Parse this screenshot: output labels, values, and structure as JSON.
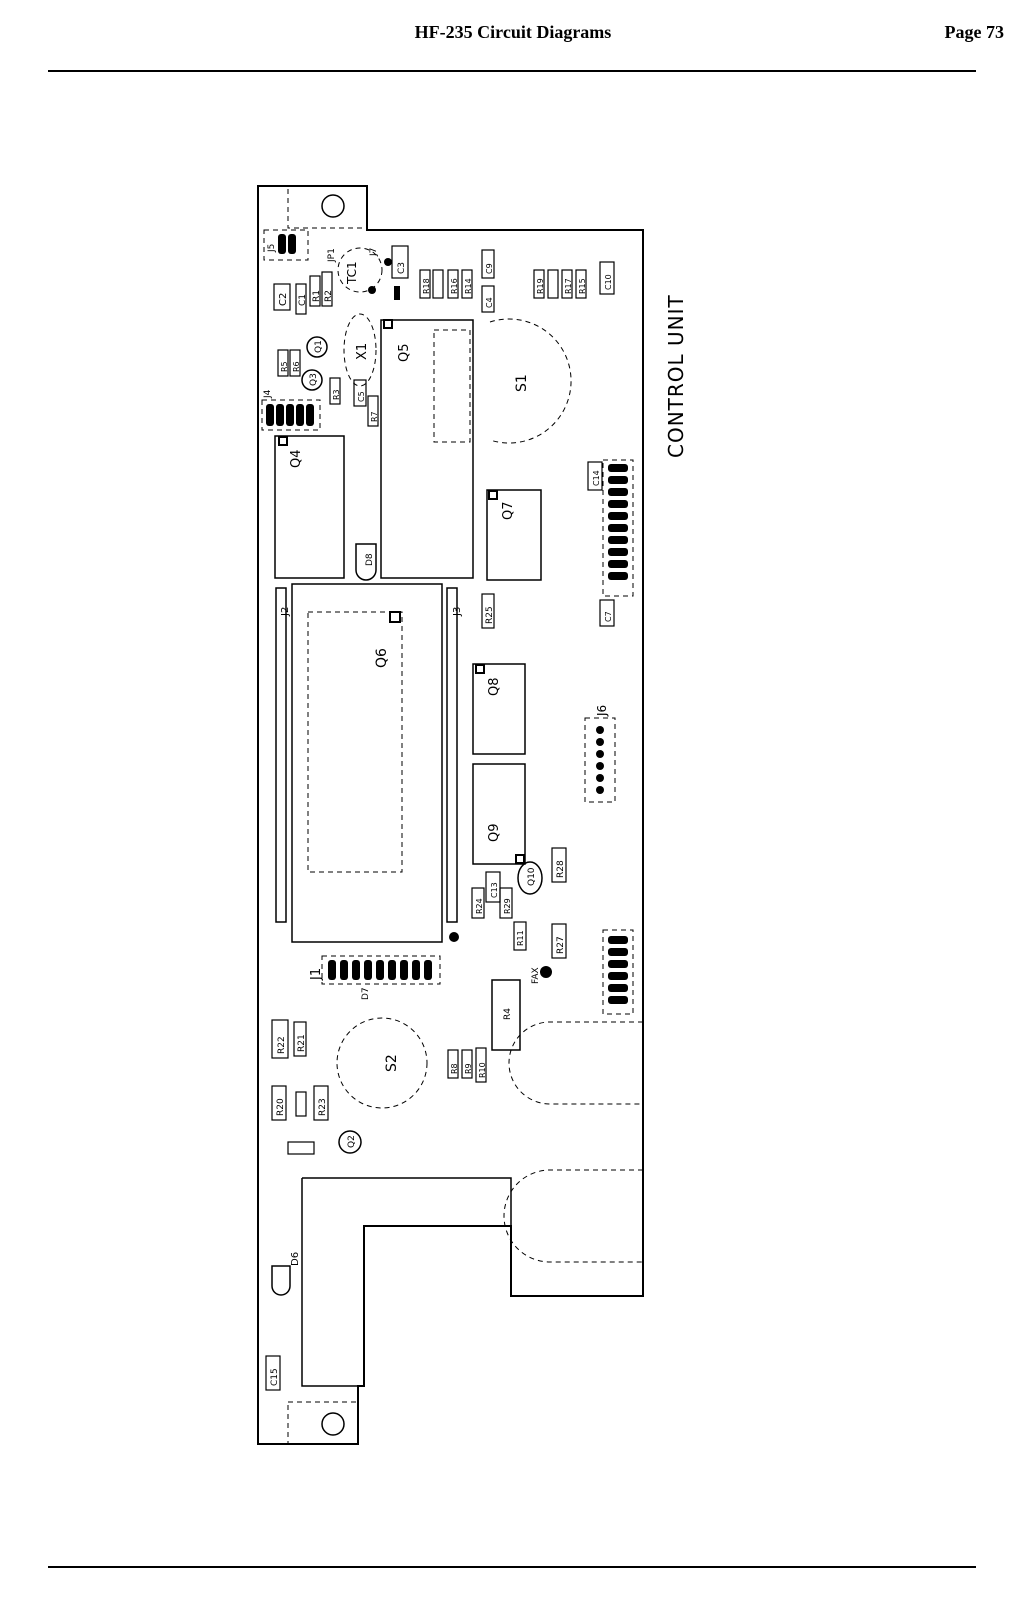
{
  "header": {
    "title": "HF-235 Circuit Diagrams",
    "page": "Page 73"
  },
  "board": {
    "title": "CONTROL UNIT",
    "labels": {
      "J1": "J1",
      "J2": "J2",
      "J3": "J3",
      "J4": "J4",
      "J5": "J5",
      "J6": "J6",
      "J7": "J7",
      "JP1": "JP1",
      "TC1": "TC1",
      "X1": "X1",
      "Q1": "Q1",
      "Q2": "Q2",
      "Q3": "Q3",
      "Q4": "Q4",
      "Q5": "Q5",
      "Q6": "Q6",
      "Q7": "Q7",
      "Q8": "Q8",
      "Q9": "Q9",
      "Q10": "Q10",
      "S1": "S1",
      "S2": "S2",
      "D6": "D6",
      "D7": "D7",
      "D8": "D8",
      "C1": "C1",
      "C2": "C2",
      "C3": "C3",
      "C4": "C4",
      "C5": "C5",
      "C7": "C7",
      "C9": "C9",
      "C10": "C10",
      "C13": "C13",
      "C14": "C14",
      "C15": "C15",
      "R1": "R1",
      "R2": "R2",
      "R3": "R3",
      "R4": "R4",
      "R5": "R5",
      "R6": "R6",
      "R7": "R7",
      "R8": "R8",
      "R9": "R9",
      "R10": "R10",
      "R11": "R11",
      "R14": "R14",
      "R15": "R15",
      "R16": "R16",
      "R17": "R17",
      "R18": "R18",
      "R19": "R19",
      "R20": "R20",
      "R21": "R21",
      "R22": "R22",
      "R23": "R23",
      "R24": "R24",
      "R25": "R25",
      "R27": "R27",
      "R28": "R28",
      "R29": "R29",
      "FAX": "FAX"
    }
  }
}
